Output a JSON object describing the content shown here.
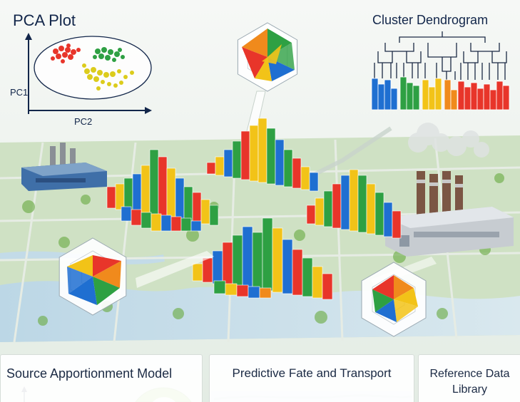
{
  "pca": {
    "title": "PCA Plot",
    "x_axis_label": "PC2",
    "y_axis_label": "PC1"
  },
  "dendrogram": {
    "title": "Cluster Dendrogram"
  },
  "bottom_panels": {
    "source_apportionment": "Source Apportionment Model",
    "fate_transport": "Predictive Fate and Transport",
    "reference_library_line1": "Reference Data",
    "reference_library_line2": "Library"
  },
  "colors": {
    "red": "#e8352a",
    "green": "#2ea043",
    "blue": "#1f6fd1",
    "yellow": "#f2c318",
    "orange": "#f08a1c",
    "navy": "#12264a"
  }
}
